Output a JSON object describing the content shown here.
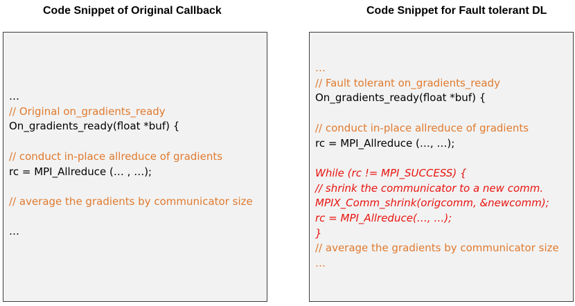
{
  "left": {
    "title": "Code Snippet of Original Callback",
    "lines": [
      {
        "text": "…",
        "style": "plain"
      },
      {
        "text": "// Original on_gradients_ready",
        "style": "comment"
      },
      {
        "text": "On_gradients_ready(float *buf) {",
        "style": "plain"
      },
      {
        "text": "",
        "style": "plain"
      },
      {
        "text": "// conduct in-place allreduce of gradients",
        "style": "comment"
      },
      {
        "text": " rc = MPI_Allreduce (… ,  …);",
        "style": "plain"
      },
      {
        "text": "",
        "style": "plain"
      },
      {
        "text": "// average the gradients by communicator size",
        "style": "comment"
      },
      {
        "text": "",
        "style": "plain"
      },
      {
        "text": "…",
        "style": "plain"
      }
    ]
  },
  "right": {
    "title": "Code Snippet for Fault tolerant DL",
    "lines": [
      {
        "text": "…",
        "style": "comment"
      },
      {
        "text": "// Fault tolerant on_gradients_ready",
        "style": "comment"
      },
      {
        "text": "On_gradients_ready(float *buf) {",
        "style": "plain"
      },
      {
        "text": "",
        "style": "plain"
      },
      {
        "text": "// conduct in-place allreduce of gradients",
        "style": "comment"
      },
      {
        "text": " rc = MPI_Allreduce (…,  …);",
        "style": "plain"
      },
      {
        "text": "",
        "style": "plain"
      },
      {
        "text": "While (rc != MPI_SUCCESS) {",
        "style": "fault"
      },
      {
        "text": "// shrink the communicator to a new comm.",
        "style": "fault"
      },
      {
        "text": "MPIX_Comm_shrink(origcomm, &newcomm);",
        "style": "fault"
      },
      {
        "text": "rc = MPI_Allreduce(…, …);",
        "style": "fault"
      },
      {
        "text": "}",
        "style": "fault"
      },
      {
        "text": "// average the gradients by communicator size",
        "style": "comment"
      },
      {
        "text": "…",
        "style": "comment"
      }
    ]
  },
  "colors": {
    "comment": "#e07a2e",
    "fault": "#e8140f",
    "plain": "#000000",
    "panel_bg": "#f2f2f2",
    "panel_border": "#3c3c3c"
  }
}
